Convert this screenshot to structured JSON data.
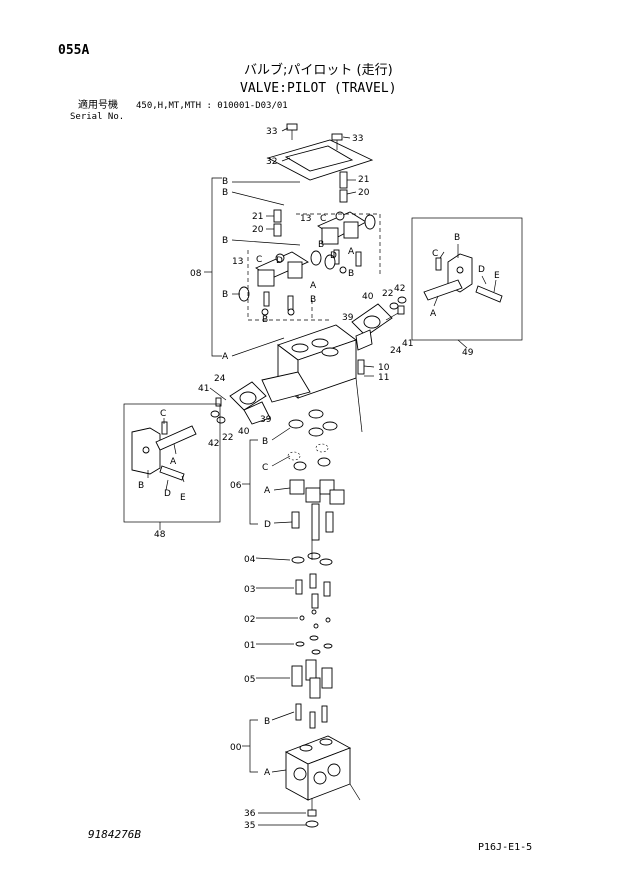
{
  "header": {
    "page_code": "055A",
    "title_jp": "バルブ;パイロット (走行)",
    "title_en": "VALVE:PILOT (TRAVEL)",
    "model_label": "適用号機",
    "model_value": "450,H,MT,MTH : 010001-D03/01",
    "serial_label": "Serial No."
  },
  "footer": {
    "drawing_no": "9184276B",
    "page_ref": "P16J-E1-5"
  },
  "callouts": {
    "c33a": "33",
    "c33b": "33",
    "c32": "32",
    "c21a": "21",
    "c20a": "20",
    "c21b": "21",
    "c20b": "20",
    "c13a": "13",
    "c13b": "13",
    "c08": "08",
    "c40a": "40",
    "c42a": "42",
    "c22a": "22",
    "c39a": "39",
    "c24a": "24",
    "c41a": "41",
    "c10": "10",
    "c11": "11",
    "c41b": "41",
    "c24b": "24",
    "c40b": "40",
    "c39b": "39",
    "c42b": "42",
    "c22b": "22",
    "c49": "49",
    "c48": "48",
    "c06": "06",
    "c04": "04",
    "c03": "03",
    "c02": "02",
    "c01": "01",
    "c05": "05",
    "c00": "00",
    "c36": "36",
    "c35": "35"
  },
  "letters": {
    "A": "A",
    "B": "B",
    "C": "C",
    "D": "D",
    "E": "E"
  }
}
